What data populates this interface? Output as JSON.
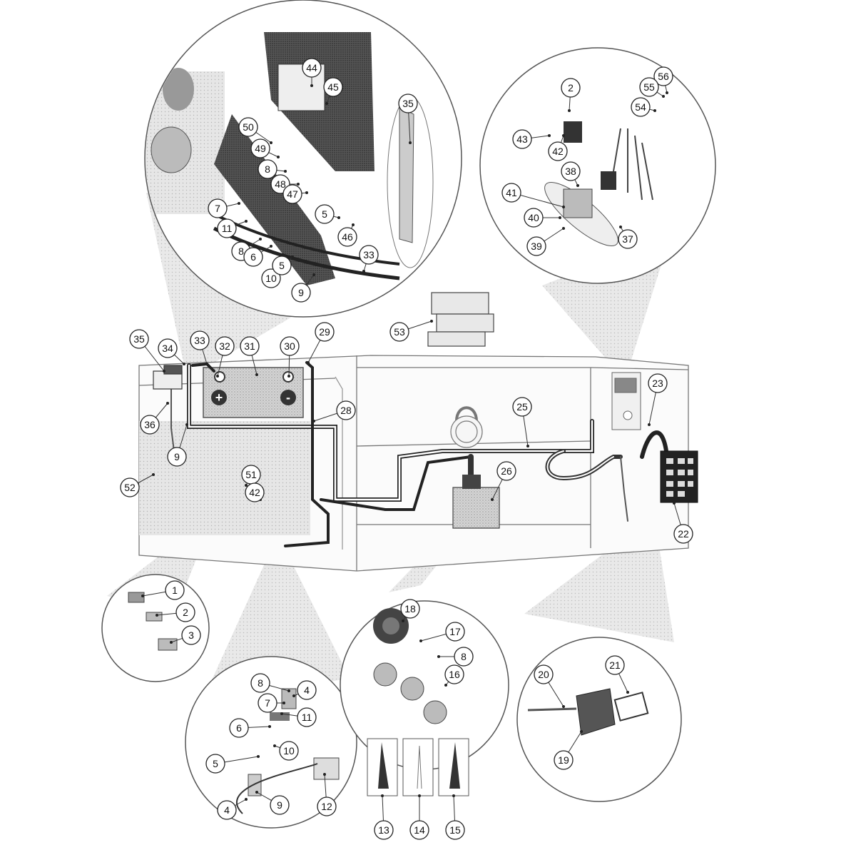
{
  "diagram": {
    "callouts": [
      {
        "id": "c35a",
        "label": "35"
      },
      {
        "id": "c44",
        "label": "44"
      },
      {
        "id": "c45",
        "label": "45"
      },
      {
        "id": "c50",
        "label": "50"
      },
      {
        "id": "c49",
        "label": "49"
      },
      {
        "id": "c8a",
        "label": "8"
      },
      {
        "id": "c48",
        "label": "48"
      },
      {
        "id": "c47",
        "label": "47"
      },
      {
        "id": "c5a",
        "label": "5"
      },
      {
        "id": "c46",
        "label": "46"
      },
      {
        "id": "c33a",
        "label": "33"
      },
      {
        "id": "c7a",
        "label": "7"
      },
      {
        "id": "c11a",
        "label": "11"
      },
      {
        "id": "c8b",
        "label": "8"
      },
      {
        "id": "c6a",
        "label": "6"
      },
      {
        "id": "c10a",
        "label": "10"
      },
      {
        "id": "c5b",
        "label": "5"
      },
      {
        "id": "c9a",
        "label": "9"
      },
      {
        "id": "c56",
        "label": "56"
      },
      {
        "id": "c55",
        "label": "55"
      },
      {
        "id": "c54",
        "label": "54"
      },
      {
        "id": "c2a",
        "label": "2"
      },
      {
        "id": "c43",
        "label": "43"
      },
      {
        "id": "c42a",
        "label": "42"
      },
      {
        "id": "c38",
        "label": "38"
      },
      {
        "id": "c41",
        "label": "41"
      },
      {
        "id": "c40",
        "label": "40"
      },
      {
        "id": "c39",
        "label": "39"
      },
      {
        "id": "c37",
        "label": "37"
      },
      {
        "id": "c53",
        "label": "53"
      },
      {
        "id": "c35b",
        "label": "35"
      },
      {
        "id": "c34",
        "label": "34"
      },
      {
        "id": "c33b",
        "label": "33"
      },
      {
        "id": "c32",
        "label": "32"
      },
      {
        "id": "c31",
        "label": "31"
      },
      {
        "id": "c30",
        "label": "30"
      },
      {
        "id": "c29",
        "label": "29"
      },
      {
        "id": "c28",
        "label": "28"
      },
      {
        "id": "c36",
        "label": "36"
      },
      {
        "id": "c9b",
        "label": "9"
      },
      {
        "id": "c52",
        "label": "52"
      },
      {
        "id": "c51",
        "label": "51"
      },
      {
        "id": "c42b",
        "label": "42"
      },
      {
        "id": "c25",
        "label": "25"
      },
      {
        "id": "c23",
        "label": "23"
      },
      {
        "id": "c26",
        "label": "26"
      },
      {
        "id": "c22",
        "label": "22"
      },
      {
        "id": "c1",
        "label": "1"
      },
      {
        "id": "c2b",
        "label": "2"
      },
      {
        "id": "c3",
        "label": "3"
      },
      {
        "id": "c8c",
        "label": "8"
      },
      {
        "id": "c4a",
        "label": "4"
      },
      {
        "id": "c7b",
        "label": "7"
      },
      {
        "id": "c11b",
        "label": "11"
      },
      {
        "id": "c6b",
        "label": "6"
      },
      {
        "id": "c10b",
        "label": "10"
      },
      {
        "id": "c5c",
        "label": "5"
      },
      {
        "id": "c9c",
        "label": "9"
      },
      {
        "id": "c4b",
        "label": "4"
      },
      {
        "id": "c12",
        "label": "12"
      },
      {
        "id": "c18",
        "label": "18"
      },
      {
        "id": "c17",
        "label": "17"
      },
      {
        "id": "c8d",
        "label": "8"
      },
      {
        "id": "c16",
        "label": "16"
      },
      {
        "id": "c13",
        "label": "13"
      },
      {
        "id": "c14",
        "label": "14"
      },
      {
        "id": "c15",
        "label": "15"
      },
      {
        "id": "c21",
        "label": "21"
      },
      {
        "id": "c20",
        "label": "20"
      },
      {
        "id": "c19",
        "label": "19"
      }
    ],
    "battery": {
      "plus": "+",
      "minus": "-"
    }
  }
}
